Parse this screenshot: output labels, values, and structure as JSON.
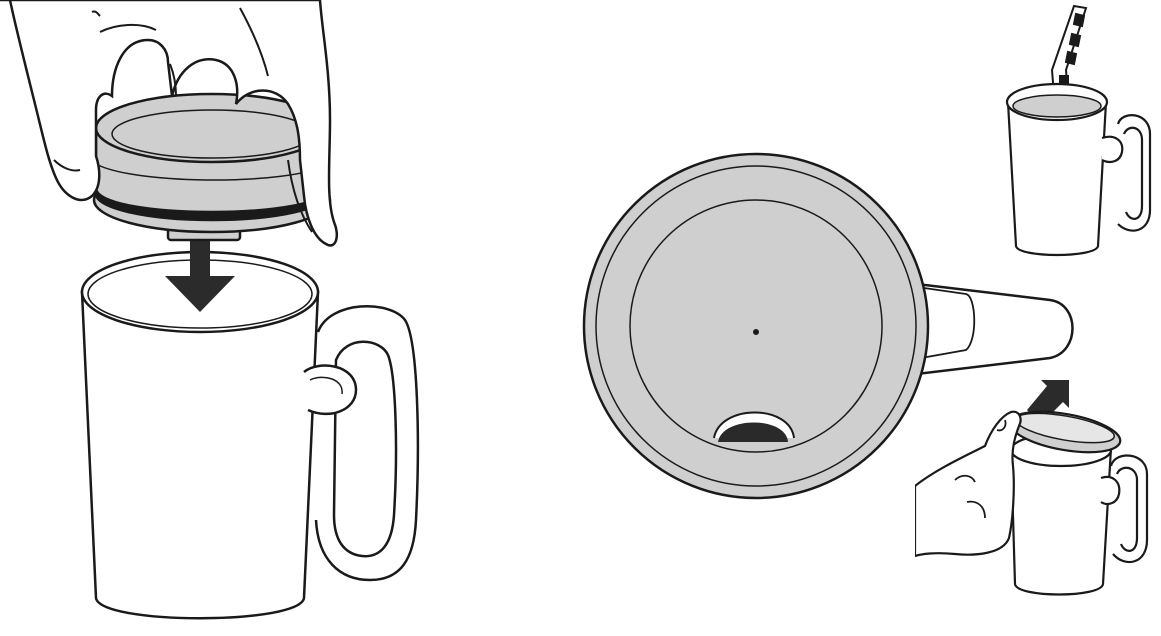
{
  "figure": {
    "panels": [
      {
        "id": "attach-lid",
        "icon": "hand-pressing-lid-onto-mug"
      },
      {
        "id": "lid-top-view",
        "icon": "lid-top-view-with-sip-hole"
      },
      {
        "id": "drink-with-straw",
        "icon": "mug-with-straw"
      },
      {
        "id": "open-flip-lid",
        "icon": "hand-opening-lid"
      }
    ],
    "colors": {
      "outline": "#1a1a1a",
      "lid_gray": "#cfcfcf",
      "mug_white": "#ffffff",
      "arrow": "#2b2b2b",
      "sip_hole": "#2a2a2a"
    }
  }
}
